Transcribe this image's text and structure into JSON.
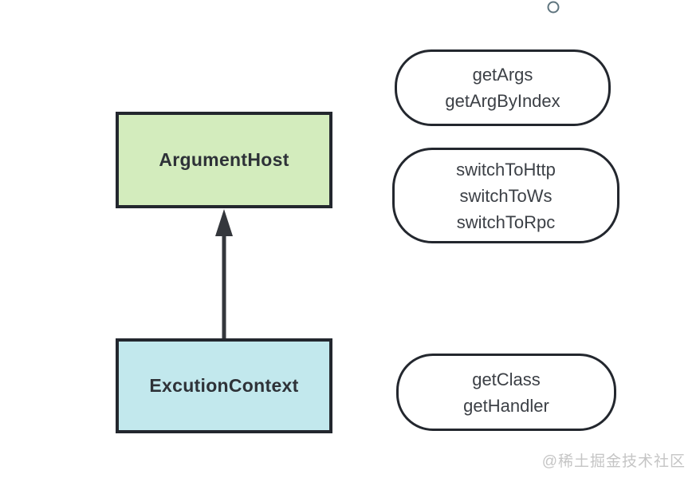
{
  "diagram": {
    "classes": [
      {
        "name": "argument-host",
        "label": "ArgumentHost",
        "fill": "#d3ecbd"
      },
      {
        "name": "excution-context",
        "label": "ExcutionContext",
        "fill": "#c2e8ed"
      }
    ],
    "method_groups": [
      {
        "name": "args-methods",
        "lines": [
          "getArgs",
          "getArgByIndex"
        ]
      },
      {
        "name": "switch-methods",
        "lines": [
          "switchToHttp",
          "switchToWs",
          "switchToRpc"
        ]
      },
      {
        "name": "handler-methods",
        "lines": [
          "getClass",
          "getHandler"
        ]
      }
    ],
    "arrow": {
      "from": "ExcutionContext",
      "to": "ArgumentHost",
      "direction": "up"
    },
    "colors": {
      "node_border": "#23272e",
      "pill_border": "#23272e",
      "arrow": "#34373c",
      "argument_host_fill": "#d3ecbd",
      "excution_context_fill": "#c2e8ed",
      "circle_stroke": "#5e747e",
      "watermark": "#c5c5c5"
    },
    "watermark": "@稀土掘金技术社区"
  }
}
